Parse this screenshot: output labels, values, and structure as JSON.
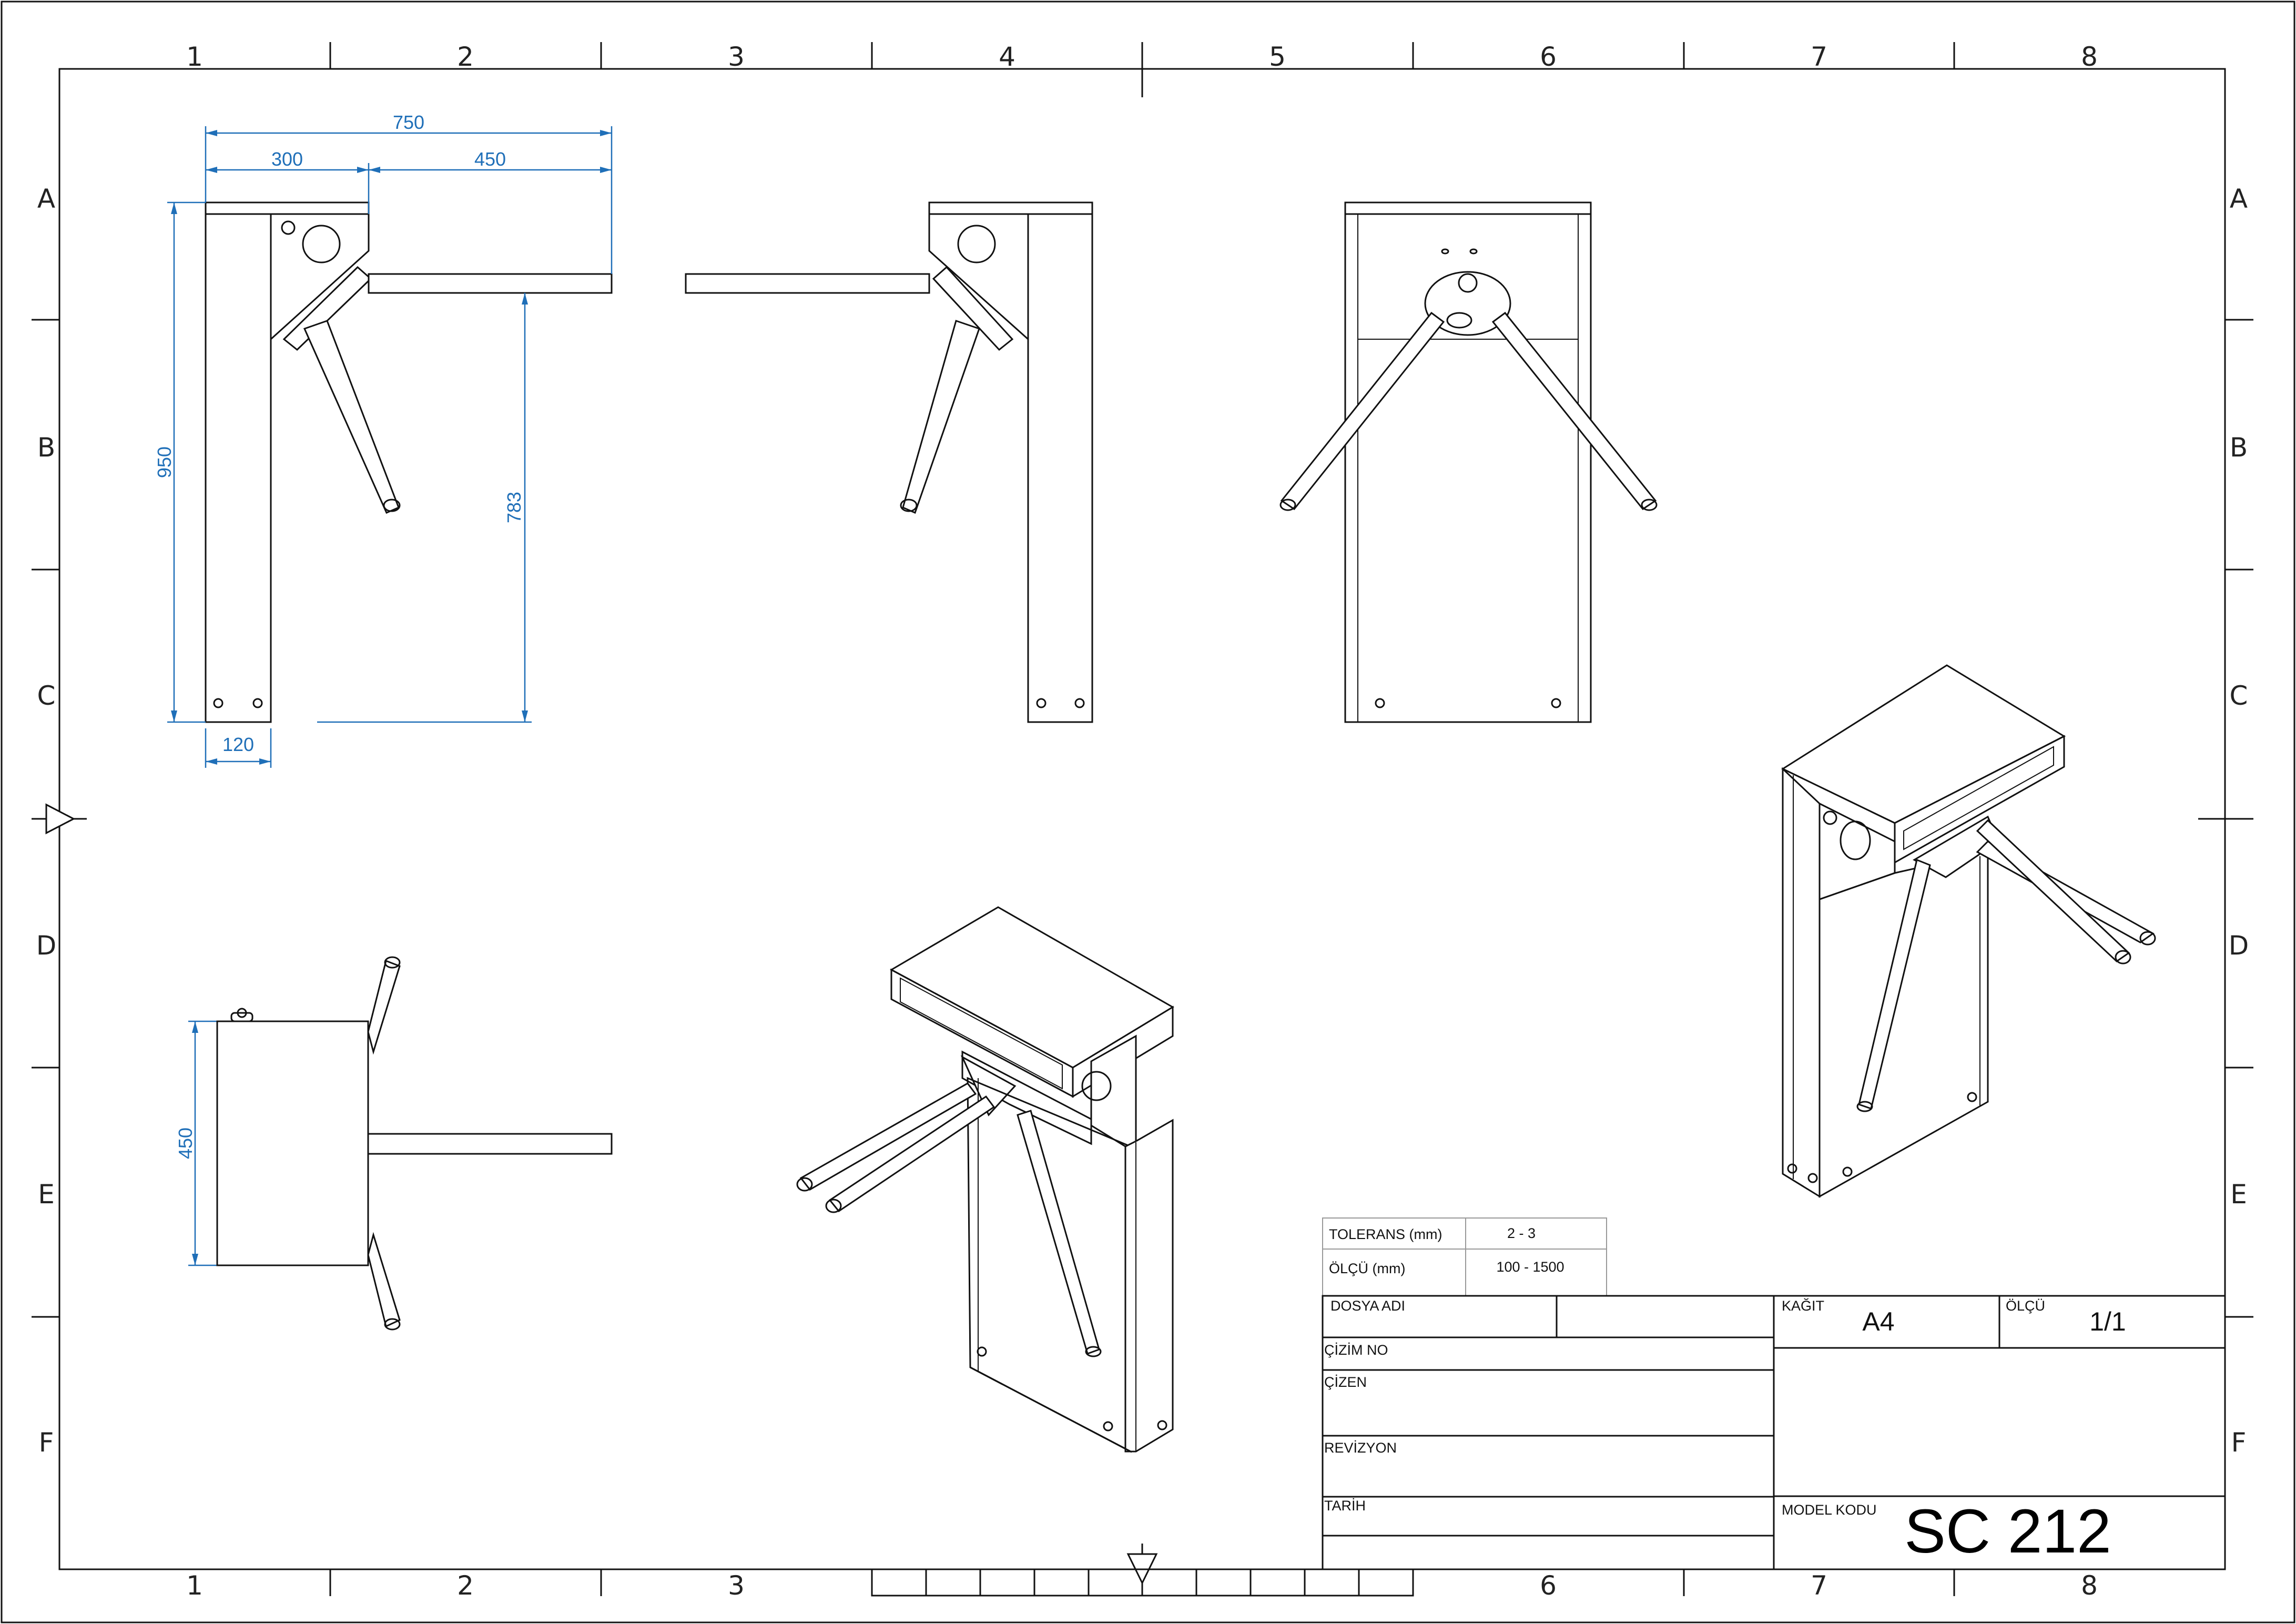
{
  "frame": {
    "columns": [
      "1",
      "2",
      "3",
      "4",
      "5",
      "6",
      "7",
      "8"
    ],
    "rows": [
      "A",
      "B",
      "C",
      "D",
      "E",
      "F"
    ]
  },
  "dimensions": {
    "total_width": "750",
    "housing_width": "300",
    "arm_length": "450",
    "height": "950",
    "arm_height": "783",
    "post_width": "120",
    "top_depth": "450"
  },
  "tolerance_table": {
    "row1_label": "TOLERANS (mm)",
    "row1_value": "2 - 3",
    "row2_label": "ÖLÇÜ  (mm)",
    "row2_value": "100 - 1500"
  },
  "title_block": {
    "file_name_label": "DOSYA ADI",
    "drawing_no_label": "ÇİZİM NO",
    "drawn_by_label": "ÇİZEN",
    "revision_label": "REVİZYON",
    "date_label": "TARİH",
    "paper_label": "KAĞIT",
    "paper_value": "A4",
    "scale_label": "ÖLÇÜ",
    "scale_value": "1/1",
    "model_code_label": "MODEL KODU",
    "model_code_value": "SC 212"
  }
}
